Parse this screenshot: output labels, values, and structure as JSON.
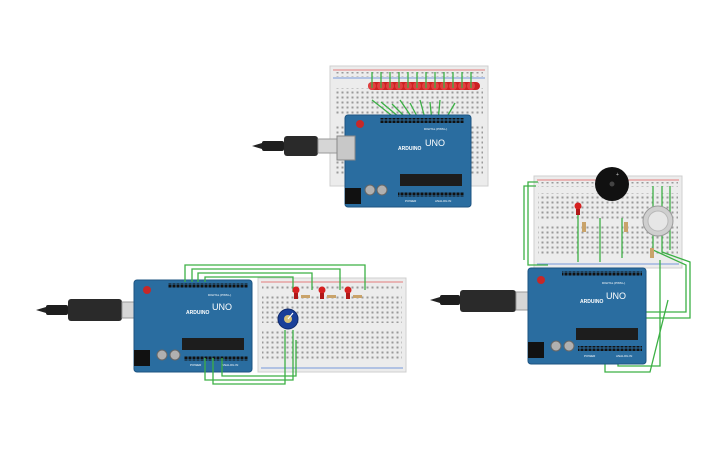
{
  "board_labels": {
    "uno": "UNO",
    "brand": "ARDUINO",
    "digital": "DIGITAL (PWM~)",
    "power": "POWER",
    "analog": "ANALOG IN"
  },
  "colors": {
    "board": "#2a6da0",
    "breadboard": "#ececec",
    "rail_red": "#e05656",
    "rail_blue": "#4f7bd4",
    "wire": "#3cb045",
    "led_red": "#cc2222",
    "chip": "#1d1d1d",
    "pot": "#1a3f99",
    "buzzer": "#111111"
  },
  "circuits": [
    {
      "name": "led-bar-circuit",
      "components": [
        "arduino-uno",
        "breadboard",
        "red-led-x12",
        "usb-cable"
      ]
    },
    {
      "name": "potentiometer-circuit",
      "components": [
        "arduino-uno",
        "breadboard",
        "red-led-x3",
        "potentiometer",
        "usb-cable"
      ]
    },
    {
      "name": "buzzer-sensor-circuit",
      "components": [
        "arduino-uno",
        "breadboard",
        "red-led",
        "piezo-buzzer",
        "sensor",
        "usb-cable"
      ]
    }
  ]
}
